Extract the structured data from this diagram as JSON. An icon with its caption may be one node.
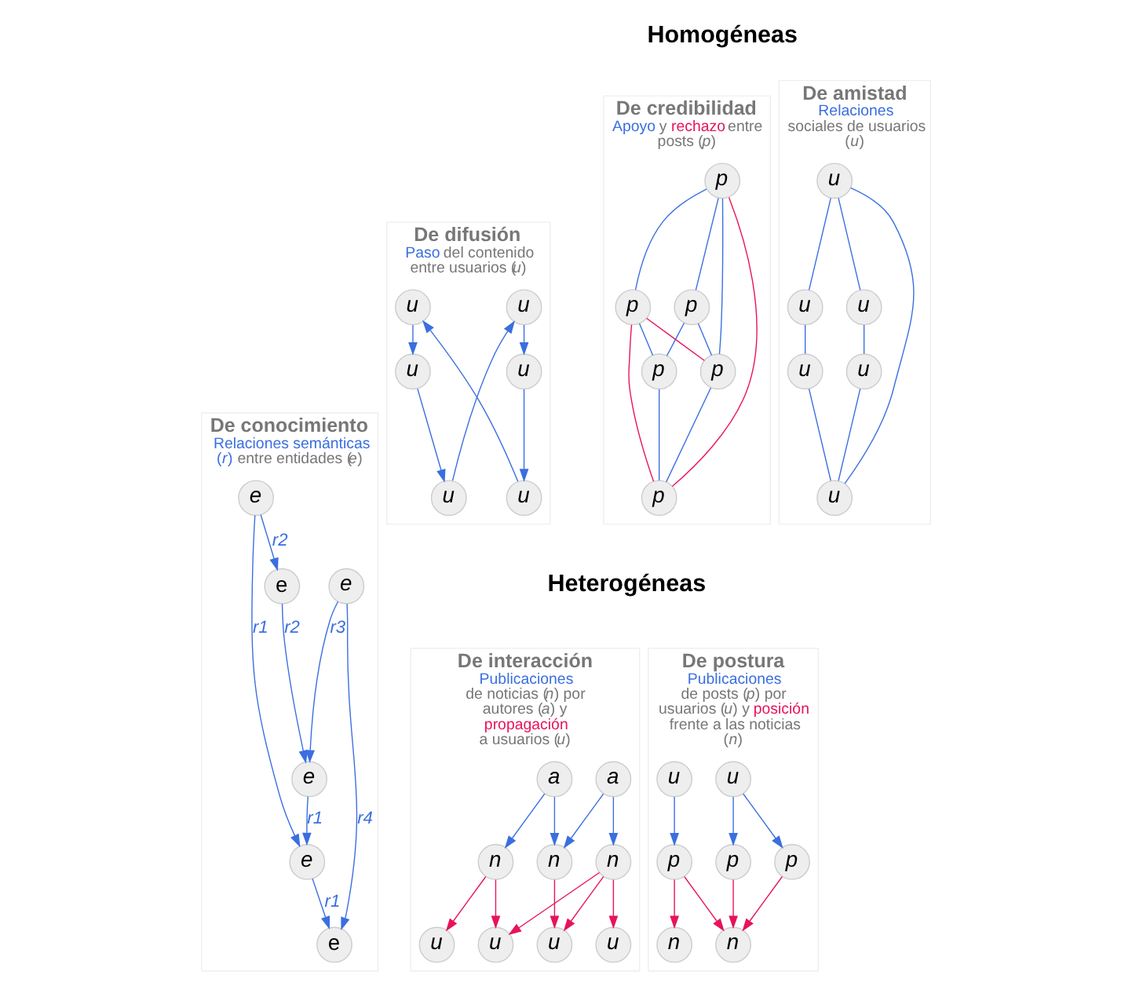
{
  "diagram": {
    "nodes": [
      {
        "text": [
          "De amistad",
          "Relaciones sociales de usuarios (*u*)"
        ]
      },
      {
        "text": [
          "u"
        ],
        "in": 0
      },
      {
        "text": [
          "u"
        ],
        "in": 0
      },
      {
        "text": [
          "u"
        ],
        "in": 0
      },
      {
        "text": [
          "u"
        ],
        "in": 0
      },
      {
        "text": [
          "u"
        ],
        "in": 0
      },
      {
        "text": [
          "u"
        ],
        "in": 0
      },
      {
        "text": [
          "De difusión",
          "Paso del contenido entre usuarios (*u*)"
        ]
      },
      {
        "text": [
          "u"
        ],
        "in": 7
      },
      {
        "text": [
          "u"
        ],
        "in": 7
      },
      {
        "text": [
          "u"
        ],
        "in": 7
      },
      {
        "text": [
          "u"
        ],
        "in": 7
      },
      {
        "text": [
          "u"
        ],
        "in": 7
      },
      {
        "text": [
          "u"
        ],
        "in": 7
      },
      {
        "text": [
          "De credibilidad",
          "Apoyo y rechazo entre posts (*p*)"
        ]
      },
      {
        "text": [
          "p"
        ],
        "in": 14
      },
      {
        "text": [
          "p"
        ],
        "in": 14
      },
      {
        "text": [
          "p"
        ],
        "in": 14
      },
      {
        "text": [
          "p"
        ],
        "in": 14
      },
      {
        "text": [
          "p"
        ],
        "in": 14
      },
      {
        "text": [
          "p"
        ],
        "in": 14
      },
      {
        "text": [
          "De conocimiento",
          "Relaciones semánticas (*r*) entre entidades (*e*)"
        ]
      },
      {
        "text": [
          "e"
        ],
        "in": 21
      },
      {
        "text": [
          "e"
        ],
        "in": 21
      },
      {
        "text": [
          "e"
        ],
        "in": 21
      },
      {
        "text": [
          "e"
        ],
        "in": 21
      },
      {
        "text": [
          "e"
        ],
        "in": 21
      },
      {
        "text": [
          "e"
        ],
        "in": 21
      },
      {
        "text": [
          "De postura",
          "Publicaciones de posts (*p*) por usuarios (*u*) y posición frente a las noticias (*n*)"
        ]
      },
      {
        "text": [
          "u"
        ],
        "in": 28
      },
      {
        "text": [
          "u"
        ],
        "in": 28
      },
      {
        "text": [
          "p"
        ],
        "in": 28
      },
      {
        "text": [
          "p"
        ],
        "in": 28
      },
      {
        "text": [
          "p"
        ],
        "in": 28
      },
      {
        "text": [
          "n"
        ],
        "in": 28
      },
      {
        "text": [
          "n"
        ],
        "in": 28
      },
      {
        "text": [
          "De interacción",
          "Publicaciones de noticias (*n*) por autores (*a*) y propagación a usuarios (*u*)"
        ]
      },
      {
        "text": [
          "a"
        ],
        "in": 36
      },
      {
        "text": [
          "a"
        ],
        "in": 36
      },
      {
        "text": [
          "n"
        ],
        "in": 36
      },
      {
        "text": [
          "n"
        ],
        "in": 36
      },
      {
        "text": [
          "n"
        ],
        "in": 36
      },
      {
        "text": [
          "u"
        ],
        "in": 36
      },
      {
        "text": [
          "u"
        ],
        "in": 36
      },
      {
        "text": [
          "u"
        ],
        "in": 36
      },
      {
        "text": [
          "u"
        ],
        "in": 36
      }
    ],
    "edges": [
      {
        "from": 1,
        "to": 2,
        "arrow": "none"
      },
      {
        "from": 1,
        "to": 3,
        "arrow": "none"
      },
      {
        "from": 1,
        "to": 6,
        "arrow": "none"
      },
      {
        "from": 2,
        "to": 4,
        "arrow": "none"
      },
      {
        "from": 3,
        "to": 5,
        "arrow": "none"
      },
      {
        "from": 5,
        "to": 6,
        "arrow": "none"
      },
      {
        "from": 4,
        "to": 6,
        "arrow": "none"
      },
      {
        "from": 8,
        "to": 9,
        "arrow": "to"
      },
      {
        "from": 9,
        "to": 11,
        "arrow": "to"
      },
      {
        "from": 11,
        "to": 13,
        "arrow": "to"
      },
      {
        "from": 13,
        "to": 12,
        "arrow": "to"
      },
      {
        "from": 12,
        "to": 10,
        "arrow": "to"
      },
      {
        "from": 10,
        "to": 8,
        "arrow": "to"
      },
      {
        "from": 15,
        "to": 16,
        "arrow": "none"
      },
      {
        "from": 15,
        "to": 17,
        "arrow": "none"
      },
      {
        "from": 15,
        "to": 19,
        "arrow": "none"
      },
      {
        "from": 15,
        "to": 20,
        "arrow": "none",
        "color": "#e8135a"
      },
      {
        "from": 16,
        "to": 18,
        "arrow": "none"
      },
      {
        "from": 16,
        "to": 19,
        "arrow": "none",
        "color": "#e8135a"
      },
      {
        "from": 16,
        "to": 20,
        "arrow": "none",
        "color": "#e8135a"
      },
      {
        "from": 17,
        "to": 18,
        "arrow": "none"
      },
      {
        "from": 17,
        "to": 19,
        "arrow": "none"
      },
      {
        "from": 18,
        "to": 20,
        "arrow": "none"
      },
      {
        "from": 19,
        "to": 20,
        "arrow": "none"
      },
      {
        "from": 23,
        "to": 22,
        "arrow": "to",
        "label": "r3"
      },
      {
        "from": 23,
        "to": 25,
        "arrow": "to",
        "label": "r4"
      },
      {
        "from": 24,
        "to": 22,
        "arrow": "to",
        "label": "r2"
      },
      {
        "from": 22,
        "to": 27,
        "arrow": "to",
        "label": "r1"
      },
      {
        "from": 26,
        "to": 24,
        "arrow": "to",
        "label": "r2"
      },
      {
        "from": 26,
        "to": 27,
        "arrow": "to",
        "label": "r1"
      },
      {
        "from": 27,
        "to": 25,
        "arrow": "to",
        "label": "r1"
      },
      {
        "from": 29,
        "to": 31,
        "arrow": "to"
      },
      {
        "from": 29,
        "to": 32,
        "arrow": "to"
      },
      {
        "from": 30,
        "to": 33,
        "arrow": "to"
      },
      {
        "from": 31,
        "to": 34,
        "arrow": "to",
        "color": "#e8135a"
      },
      {
        "from": 32,
        "to": 34,
        "arrow": "to",
        "color": "#e8135a"
      },
      {
        "from": 33,
        "to": 34,
        "arrow": "to",
        "color": "#e8135a"
      },
      {
        "from": 33,
        "to": 35,
        "arrow": "to",
        "color": "#e8135a"
      },
      {
        "from": 37,
        "to": 39,
        "arrow": "to"
      },
      {
        "from": 37,
        "to": 40,
        "arrow": "to"
      },
      {
        "from": 38,
        "to": 40,
        "arrow": "to"
      },
      {
        "from": 38,
        "to": 41,
        "arrow": "to"
      },
      {
        "from": 39,
        "to": 42,
        "arrow": "to",
        "color": "#e8135a"
      },
      {
        "from": 39,
        "to": 43,
        "arrow": "to",
        "color": "#e8135a"
      },
      {
        "from": 40,
        "to": 44,
        "arrow": "to",
        "color": "#e8135a"
      },
      {
        "from": 41,
        "to": 43,
        "arrow": "to",
        "color": "#e8135a"
      },
      {
        "from": 41,
        "to": 44,
        "arrow": "to",
        "color": "#e8135a"
      },
      {
        "from": 41,
        "to": 45,
        "arrow": "to",
        "color": "#e8135a"
      }
    ],
    "labels": [
      "Homogéneas",
      "Heterogéneas"
    ]
  }
}
